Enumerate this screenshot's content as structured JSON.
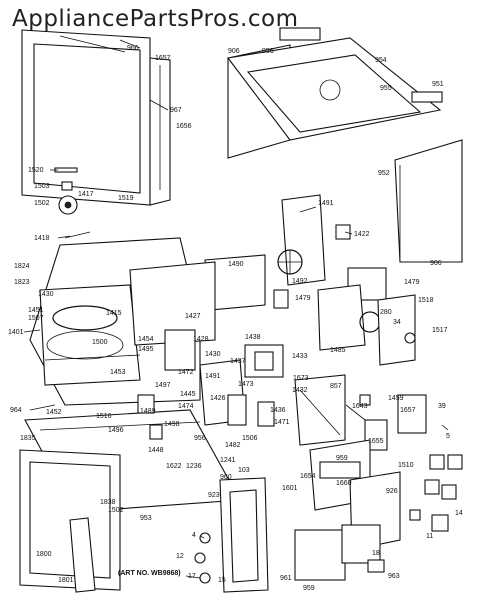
{
  "watermark": "AppliancePartsPros.com",
  "art_no": "(ART NO. WB9868)",
  "labels": [
    "966",
    "1657",
    "967",
    "1656",
    "1519",
    "1520",
    "1503",
    "1417",
    "1502",
    "1418",
    "906",
    "956",
    "954",
    "955",
    "951",
    "952",
    "906",
    "1491",
    "1422",
    "1490",
    "1492",
    "1479",
    "1479",
    "1518",
    "1517",
    "1485",
    "280",
    "34",
    "1824",
    "1823",
    "1430",
    "1451",
    "1507",
    "1401",
    "1415",
    "1500",
    "1427",
    "1428",
    "1454",
    "1495",
    "1453",
    "1472",
    "1430",
    "1438",
    "1437",
    "1433",
    "1673",
    "1432",
    "857",
    "1491",
    "964",
    "1452",
    "1516",
    "1497",
    "1445",
    "1489",
    "1498",
    "1496",
    "1448",
    "1474",
    "1473",
    "1426",
    "1436",
    "1506",
    "1471",
    "956",
    "1482",
    "1835",
    "1838",
    "1622",
    "1236",
    "1241",
    "1643",
    "1459",
    "1657",
    "39",
    "5",
    "1655",
    "959",
    "1510",
    "1654",
    "1601",
    "1660",
    "926",
    "923",
    "960",
    "103",
    "1502",
    "953",
    "1800",
    "1801",
    "4",
    "12",
    "17",
    "15",
    "961",
    "959",
    "18",
    "963",
    "14",
    "11"
  ]
}
